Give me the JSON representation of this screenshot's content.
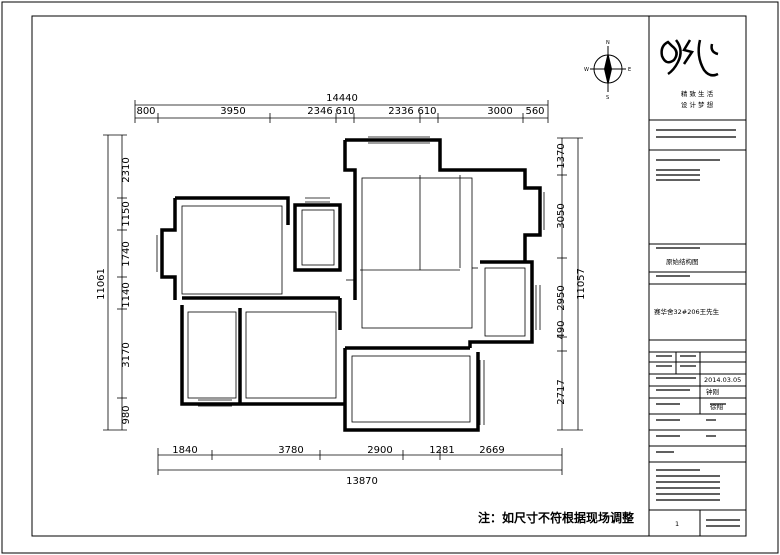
{
  "overall": {
    "top_total": "14440",
    "bottom_total": "13870",
    "left_total": "11061",
    "right_total": "11057"
  },
  "top_dims": [
    "800",
    "3950",
    "2346",
    "610",
    "2336",
    "610",
    "3000",
    "560"
  ],
  "bottom_dims": [
    "1840",
    "3780",
    "2900",
    "1281",
    "2669"
  ],
  "left_dims": [
    "2310",
    "1150",
    "1740",
    "1140",
    "3170",
    "980"
  ],
  "right_dims": [
    "1370",
    "3050",
    "2950",
    "490",
    "2717"
  ],
  "compass": {
    "north": "N",
    "south": "S",
    "west": "W",
    "east": "E"
  },
  "title_block": {
    "logo_text": "",
    "tagline_1": "精 致 生 活",
    "tagline_2": "设 计 梦 想",
    "company": "",
    "drawing_title": "原始结构图",
    "project": "赛华舍32#206王先生",
    "date": "2014.03.05",
    "field_a": "钟刚",
    "field_b": "徐翔",
    "page": "1"
  },
  "note": "注：如尺寸不符根据现场调整"
}
